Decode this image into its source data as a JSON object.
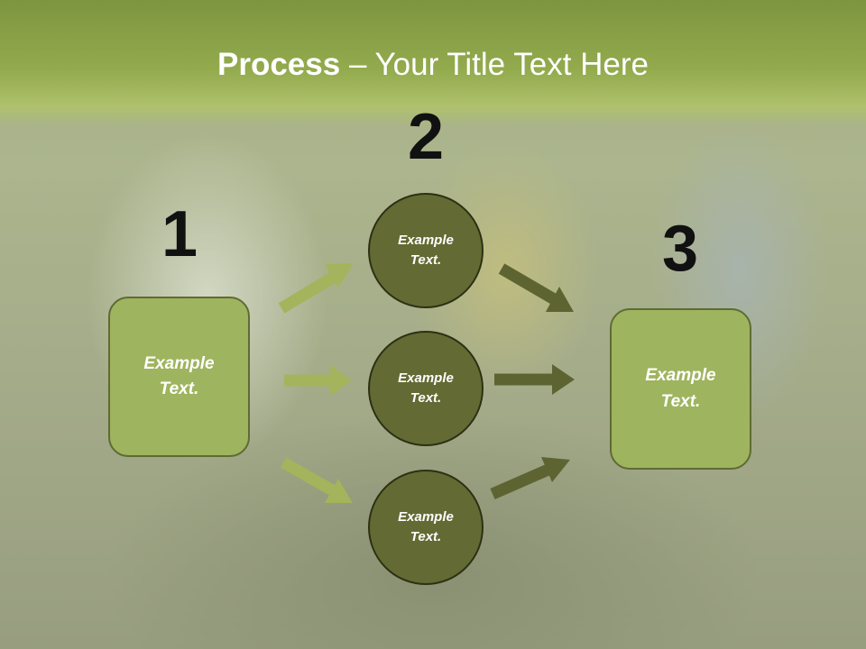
{
  "title": {
    "bold": "Process",
    "rest": " – Your Title Text Here"
  },
  "steps": {
    "one": {
      "number": "1",
      "text": "Example Text."
    },
    "two": {
      "number": "2",
      "items": [
        {
          "text": "Example Text."
        },
        {
          "text": "Example Text."
        },
        {
          "text": "Example Text."
        }
      ]
    },
    "three": {
      "number": "3",
      "text": "Example Text."
    }
  },
  "colors": {
    "light_green": "#9fb45e",
    "dark_olive": "#636a33",
    "light_arrow": "#a3b45c",
    "dark_arrow": "#5d6432"
  }
}
